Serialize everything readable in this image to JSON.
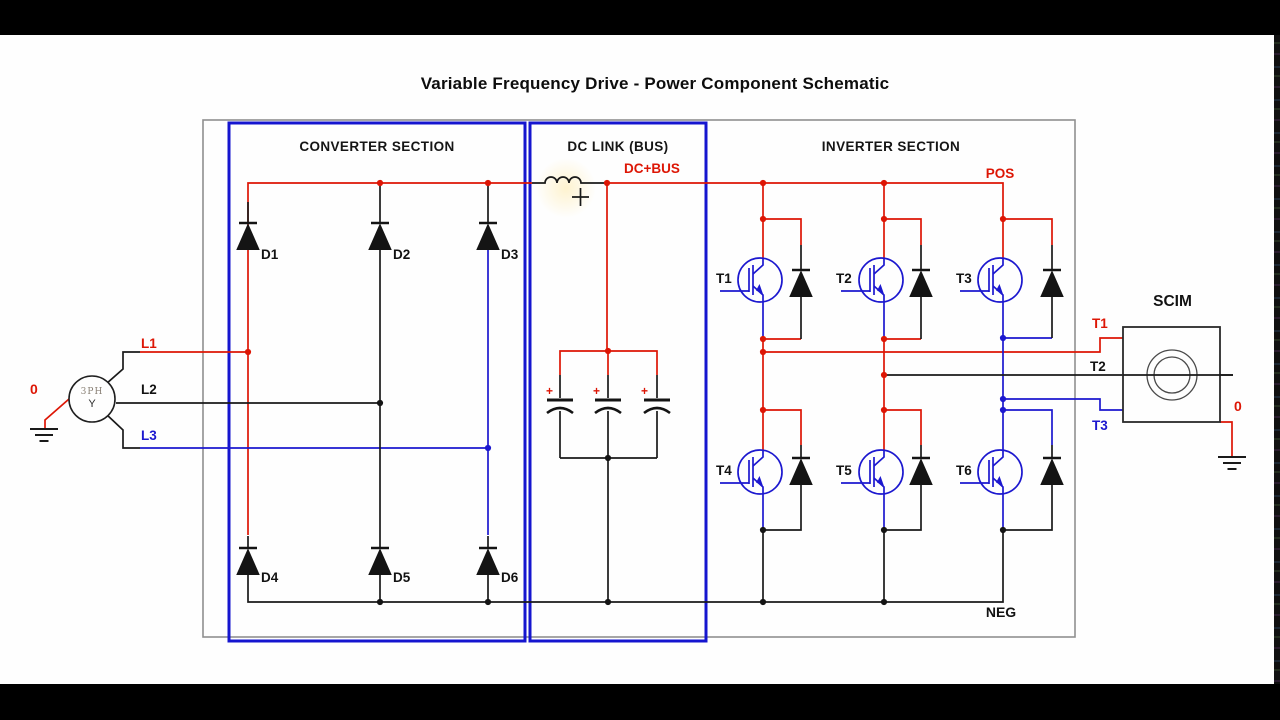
{
  "title": "Variable Frequency Drive - Power Component Schematic",
  "sections": {
    "converter": "CONVERTER SECTION",
    "dc_link": "DC LINK (BUS)",
    "inverter": "INVERTER SECTION"
  },
  "bus": {
    "dc_plus": "DC+BUS",
    "pos": "POS",
    "neg": "NEG"
  },
  "source": {
    "neutral": "0",
    "type": "3PH",
    "config": "Y",
    "phases": [
      "L1",
      "L2",
      "L3"
    ]
  },
  "diodes": [
    "D1",
    "D2",
    "D3",
    "D4",
    "D5",
    "D6"
  ],
  "transistors": [
    "T1",
    "T2",
    "T3",
    "T4",
    "T5",
    "T6"
  ],
  "capacitor_plus": "+",
  "motor": {
    "name": "SCIM",
    "terminals": [
      "T1",
      "T2",
      "T3"
    ],
    "neutral": "0"
  },
  "colors": {
    "phase_wire_red": "#dd1605",
    "phase_wire_blue": "#1c18cf",
    "wire_black": "#1a1a1a",
    "section_border_blue": "#1515cf",
    "outer_box_gray": "#8f8f8f",
    "letterbox_black": "#000000"
  }
}
